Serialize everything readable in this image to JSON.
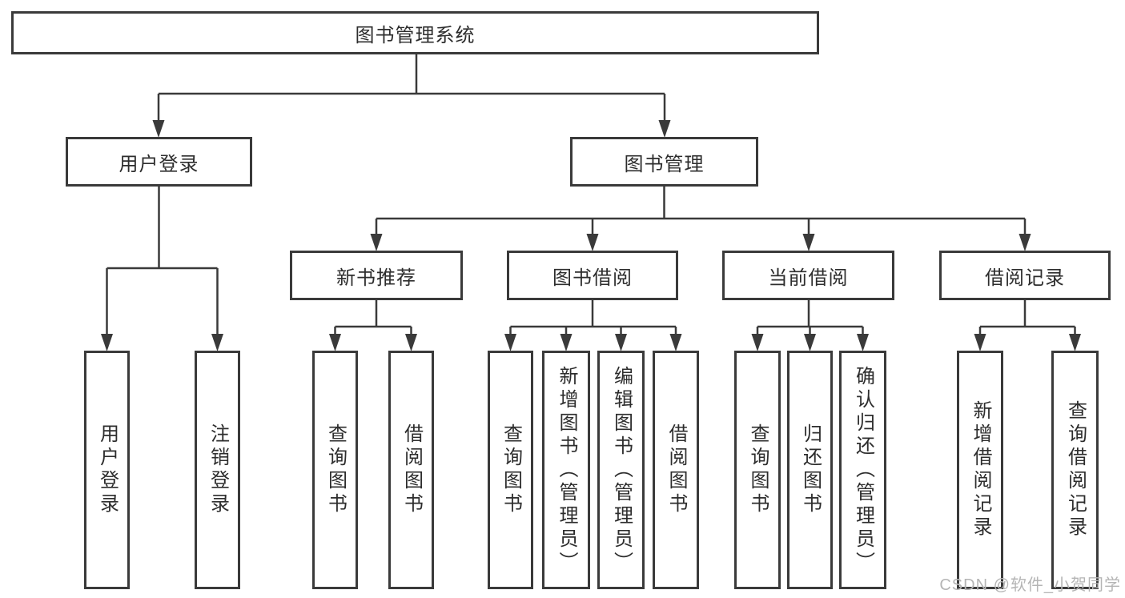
{
  "tree": {
    "root": {
      "label": "图书管理系统",
      "children": [
        {
          "label": "用户登录",
          "children": [
            {
              "label": "用户登录"
            },
            {
              "label": "注销登录"
            }
          ]
        },
        {
          "label": "图书管理",
          "children": [
            {
              "label": "新书推荐",
              "children": [
                {
                  "label": "查询图书"
                },
                {
                  "label": "借阅图书"
                }
              ]
            },
            {
              "label": "图书借阅",
              "children": [
                {
                  "label": "查询图书"
                },
                {
                  "label": "新增图书（管理员）"
                },
                {
                  "label": "编辑图书（管理员）"
                },
                {
                  "label": "借阅图书"
                }
              ]
            },
            {
              "label": "当前借阅",
              "children": [
                {
                  "label": "查询图书"
                },
                {
                  "label": "归还图书"
                },
                {
                  "label": "确认归还（管理员）"
                }
              ]
            },
            {
              "label": "借阅记录",
              "children": [
                {
                  "label": "新增借阅记录"
                },
                {
                  "label": "查询借阅记录"
                }
              ]
            }
          ]
        }
      ]
    }
  },
  "watermark": {
    "text": "CSDN @软件_小贺同学"
  },
  "colors": {
    "line": "#3a3a3a",
    "box_border": "#3a3a3a",
    "box_background": "#ffffff",
    "text": "#2d2d2d",
    "watermark": "#b5b5b5"
  }
}
